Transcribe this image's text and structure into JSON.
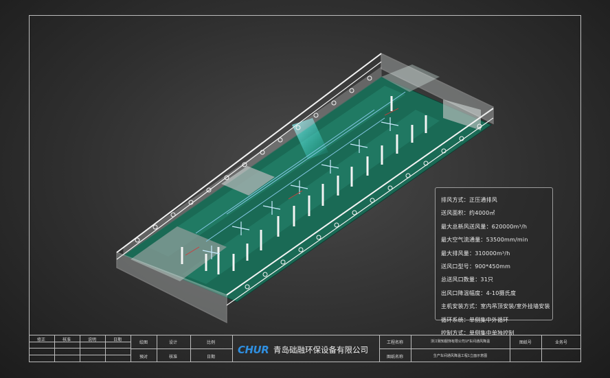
{
  "specs": [
    "排风方式：正压通排风",
    "送风面积：约4000㎡",
    "最大总新风送风量：620000m³/h",
    "最大空气流通量：53500mm/min",
    "最大排风量：310000m³/h",
    "送风口型号：900*450mm",
    "总送风口数量：31只",
    "出风口降温幅度：4-10摄氏度",
    "主机安装方式：室内吊顶安装/室外挂墙安装",
    "循环系统：单侧集中外循环",
    "控制方式：单侧集中单独控制"
  ],
  "title_block": {
    "rev_row": [
      "修正",
      "核准",
      "说明",
      "日期"
    ],
    "drawn": "绘图",
    "design": "设计",
    "scale": "比例",
    "review": "預对",
    "approve": "核准",
    "date": "日期",
    "logo": "CHUR",
    "company": "青岛础融环保设备有限公司",
    "project_label": "工程名称",
    "project_value": "浙江致知服饰有限公司1F车间通风降温",
    "drawing_label": "图纸名称",
    "drawing_value": "生产车间通风降温工程1立面示意图",
    "drawing_no_label": "图纸号",
    "job_no_label": "业务号"
  },
  "colors": {
    "floor": "#1c6d58",
    "floor_light": "#2a8a6a",
    "wall": "#f2f2f2",
    "duct": "#7fc6e8",
    "panel_border": "#9c9c9c",
    "logo": "#2f8fe0"
  }
}
